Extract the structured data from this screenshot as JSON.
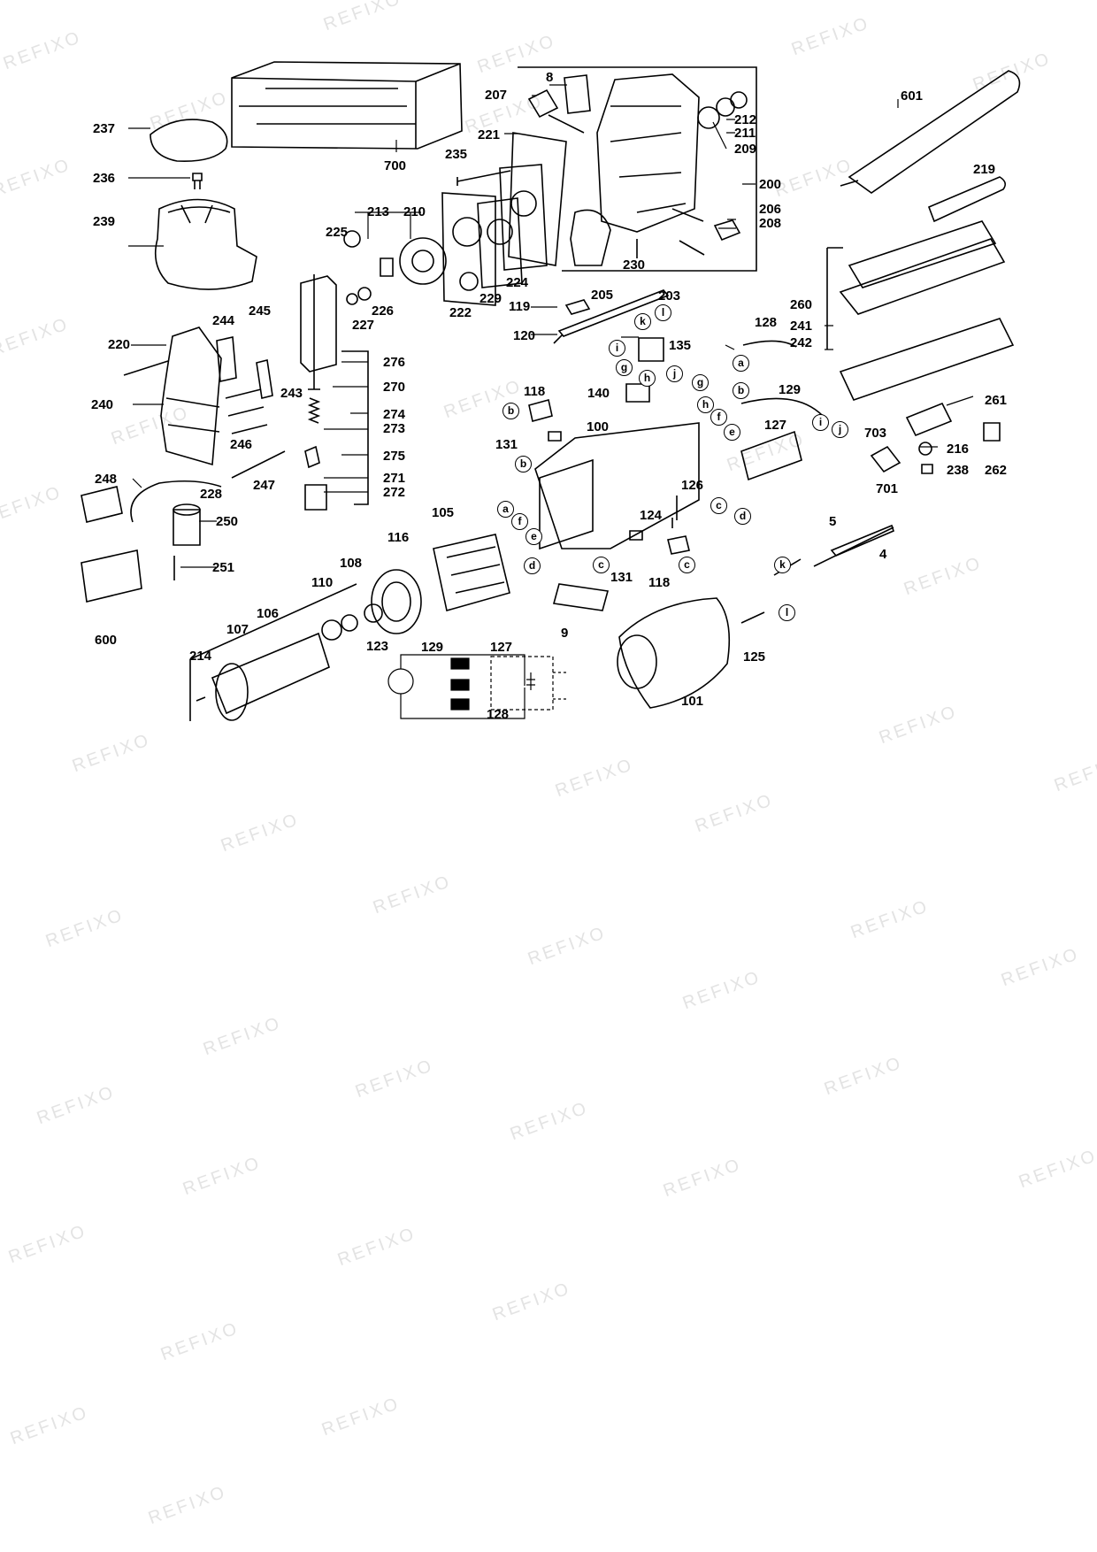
{
  "watermark": "REFIXO",
  "colors": {
    "ink": "#000000",
    "watermark": "#e3e3e3",
    "paper": "#ffffff"
  },
  "parts": [
    {
      "id": "p237",
      "label": "237"
    },
    {
      "id": "p236",
      "label": "236"
    },
    {
      "id": "p239",
      "label": "239"
    },
    {
      "id": "p700",
      "label": "700"
    },
    {
      "id": "p207",
      "label": "207"
    },
    {
      "id": "p8",
      "label": "8"
    },
    {
      "id": "p221",
      "label": "221"
    },
    {
      "id": "p235",
      "label": "235"
    },
    {
      "id": "p212",
      "label": "212"
    },
    {
      "id": "p211",
      "label": "211"
    },
    {
      "id": "p209",
      "label": "209"
    },
    {
      "id": "p200",
      "label": "200"
    },
    {
      "id": "p206",
      "label": "206"
    },
    {
      "id": "p208",
      "label": "208"
    },
    {
      "id": "p601",
      "label": "601"
    },
    {
      "id": "p219",
      "label": "219"
    },
    {
      "id": "p213",
      "label": "213"
    },
    {
      "id": "p210",
      "label": "210"
    },
    {
      "id": "p225",
      "label": "225"
    },
    {
      "id": "p226",
      "label": "226"
    },
    {
      "id": "p227",
      "label": "227"
    },
    {
      "id": "p222",
      "label": "222"
    },
    {
      "id": "p229",
      "label": "229"
    },
    {
      "id": "p224",
      "label": "224"
    },
    {
      "id": "p230",
      "label": "230"
    },
    {
      "id": "p203",
      "label": "203"
    },
    {
      "id": "p205",
      "label": "205"
    },
    {
      "id": "p119",
      "label": "119"
    },
    {
      "id": "p120",
      "label": "120"
    },
    {
      "id": "p135",
      "label": "135"
    },
    {
      "id": "p128a",
      "label": "128"
    },
    {
      "id": "p260",
      "label": "260"
    },
    {
      "id": "p241",
      "label": "241"
    },
    {
      "id": "p242",
      "label": "242"
    },
    {
      "id": "p244",
      "label": "244"
    },
    {
      "id": "p245",
      "label": "245"
    },
    {
      "id": "p220",
      "label": "220"
    },
    {
      "id": "p276",
      "label": "276"
    },
    {
      "id": "p270",
      "label": "270"
    },
    {
      "id": "p243",
      "label": "243"
    },
    {
      "id": "p240",
      "label": "240"
    },
    {
      "id": "p274",
      "label": "274"
    },
    {
      "id": "p273",
      "label": "273"
    },
    {
      "id": "p246",
      "label": "246"
    },
    {
      "id": "p275",
      "label": "275"
    },
    {
      "id": "p271",
      "label": "271"
    },
    {
      "id": "p272",
      "label": "272"
    },
    {
      "id": "p247",
      "label": "247"
    },
    {
      "id": "p248",
      "label": "248"
    },
    {
      "id": "p228",
      "label": "228"
    },
    {
      "id": "p250",
      "label": "250"
    },
    {
      "id": "p251",
      "label": "251"
    },
    {
      "id": "p600",
      "label": "600"
    },
    {
      "id": "p118a",
      "label": "118"
    },
    {
      "id": "p131a",
      "label": "131"
    },
    {
      "id": "p100",
      "label": "100"
    },
    {
      "id": "p140",
      "label": "140"
    },
    {
      "id": "p129a",
      "label": "129"
    },
    {
      "id": "p127a",
      "label": "127"
    },
    {
      "id": "p261",
      "label": "261"
    },
    {
      "id": "p703",
      "label": "703"
    },
    {
      "id": "p216",
      "label": "216"
    },
    {
      "id": "p701",
      "label": "701"
    },
    {
      "id": "p238",
      "label": "238"
    },
    {
      "id": "p262",
      "label": "262"
    },
    {
      "id": "p126",
      "label": "126"
    },
    {
      "id": "p124",
      "label": "124"
    },
    {
      "id": "p105",
      "label": "105"
    },
    {
      "id": "p116",
      "label": "116"
    },
    {
      "id": "p5",
      "label": "5"
    },
    {
      "id": "p4",
      "label": "4"
    },
    {
      "id": "p131b",
      "label": "131"
    },
    {
      "id": "p118b",
      "label": "118"
    },
    {
      "id": "p9",
      "label": "9"
    },
    {
      "id": "p110",
      "label": "110"
    },
    {
      "id": "p108",
      "label": "108"
    },
    {
      "id": "p106",
      "label": "106"
    },
    {
      "id": "p107",
      "label": "107"
    },
    {
      "id": "p123",
      "label": "123"
    },
    {
      "id": "p214",
      "label": "214"
    },
    {
      "id": "p129b",
      "label": "129"
    },
    {
      "id": "p127b",
      "label": "127"
    },
    {
      "id": "p125",
      "label": "125"
    },
    {
      "id": "p101",
      "label": "101"
    },
    {
      "id": "p128b",
      "label": "128"
    }
  ],
  "connectors": [
    {
      "id": "c_a1",
      "letter": "a"
    },
    {
      "id": "c_f1",
      "letter": "f"
    },
    {
      "id": "c_e1",
      "letter": "e"
    },
    {
      "id": "c_d1",
      "letter": "d"
    },
    {
      "id": "c_k1",
      "letter": "k"
    },
    {
      "id": "c_l1",
      "letter": "l"
    },
    {
      "id": "c_i1",
      "letter": "i"
    },
    {
      "id": "c_g1",
      "letter": "g"
    },
    {
      "id": "c_h1",
      "letter": "h"
    },
    {
      "id": "c_j1",
      "letter": "j"
    },
    {
      "id": "c_a2",
      "letter": "a"
    },
    {
      "id": "c_b2",
      "letter": "b"
    },
    {
      "id": "c_g2",
      "letter": "g"
    },
    {
      "id": "c_h2",
      "letter": "h"
    },
    {
      "id": "c_f2",
      "letter": "f"
    },
    {
      "id": "c_e2",
      "letter": "e"
    },
    {
      "id": "c_i2",
      "letter": "i"
    },
    {
      "id": "c_j2",
      "letter": "j"
    },
    {
      "id": "c_b3",
      "letter": "b"
    },
    {
      "id": "c_b4",
      "letter": "b"
    },
    {
      "id": "c_c1",
      "letter": "c"
    },
    {
      "id": "c_d2",
      "letter": "d"
    },
    {
      "id": "c_c2",
      "letter": "c"
    },
    {
      "id": "c_c3",
      "letter": "c"
    },
    {
      "id": "c_k2",
      "letter": "k"
    },
    {
      "id": "c_l2",
      "letter": "l"
    }
  ]
}
